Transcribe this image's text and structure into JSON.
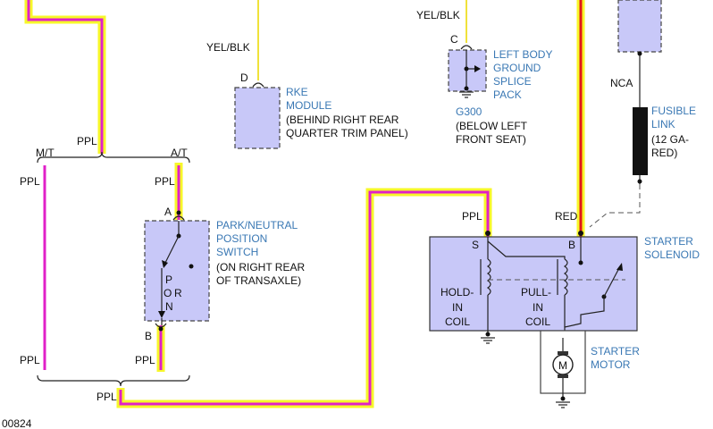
{
  "colors": {
    "ppl": "#e020c8",
    "red": "#e01818",
    "yel_blk": "#f0e23a",
    "highlight": "#f7f72a",
    "module_fill": "#c8c8f8",
    "component_text": "#3a78b4"
  },
  "labels": {
    "mt": "M/T",
    "at": "A/T",
    "ppl": "PPL",
    "yel_blk": "YEL/BLK",
    "red": "RED",
    "nca": "NCA",
    "conn_a": "A",
    "conn_b": "B",
    "conn_c": "C",
    "conn_d": "D",
    "term_s": "S",
    "term_b": "B",
    "prnd_p": "P",
    "prnd_o": "O",
    "prnd_r": "R",
    "prnd_n": "N",
    "g300": "G300",
    "motor_symbol": "M",
    "fig_id": "00824"
  },
  "components": {
    "rke_module": {
      "name": [
        "RKE",
        "MODULE"
      ],
      "location": [
        "(BEHIND RIGHT REAR",
        "QUARTER TRIM PANEL)"
      ]
    },
    "ground_splice": {
      "name": [
        "LEFT BODY",
        "GROUND",
        "SPLICE",
        "PACK"
      ],
      "location": [
        "(BELOW LEFT",
        "FRONT SEAT)"
      ]
    },
    "fusible_link": {
      "name": [
        "FUSIBLE",
        "LINK"
      ],
      "spec": [
        "(12 GA-",
        "RED)"
      ]
    },
    "park_neutral_switch": {
      "name": [
        "PARK/NEUTRAL",
        "POSITION",
        "SWITCH"
      ],
      "location": [
        "(ON RIGHT REAR",
        "OF TRANSAXLE)"
      ]
    },
    "starter_solenoid": {
      "name": [
        "STARTER",
        "SOLENOID"
      ]
    },
    "hold_in_coil": [
      "HOLD-",
      "IN",
      "COIL"
    ],
    "pull_in_coil": [
      "PULL-",
      "IN",
      "COIL"
    ],
    "starter_motor": {
      "name": [
        "STARTER",
        "MOTOR"
      ]
    }
  }
}
